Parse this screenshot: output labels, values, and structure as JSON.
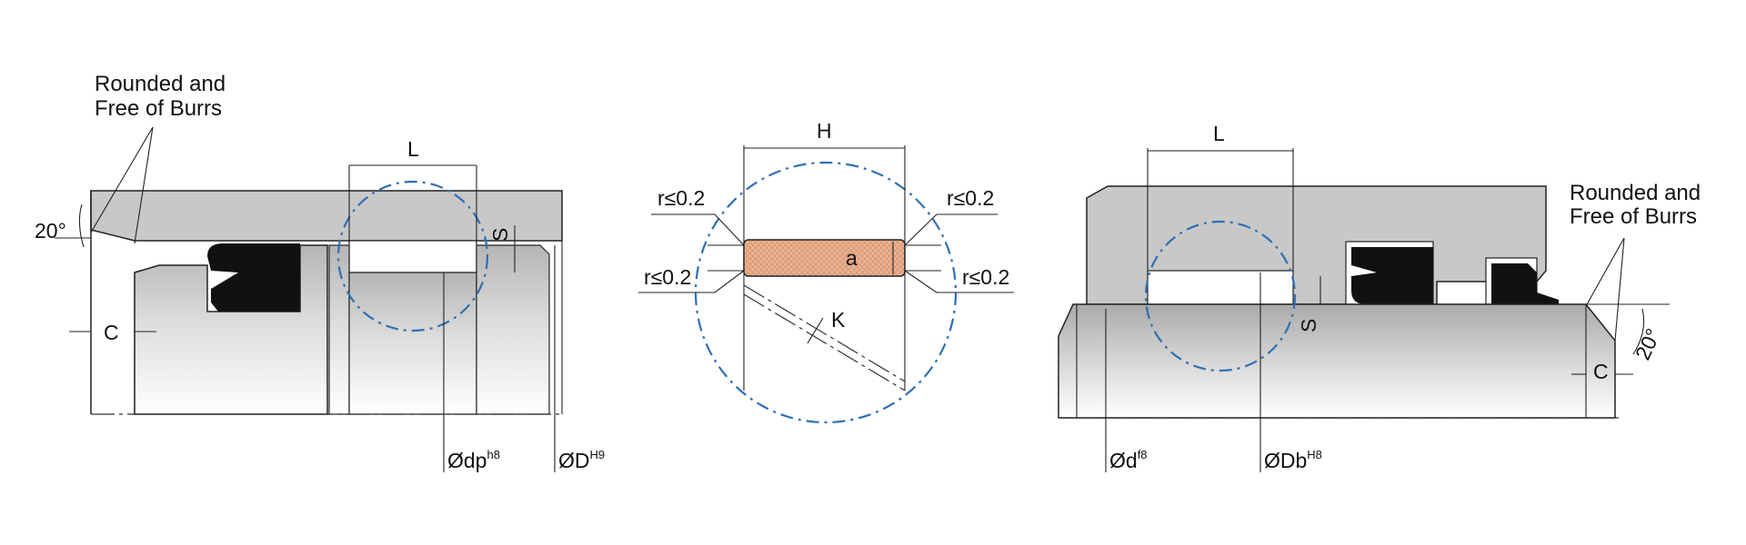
{
  "colors": {
    "housing_fill": "#c8c8c8",
    "seal_fill": "#111111",
    "ring_fill": "#e8b393",
    "ring_hatch": "#d88d66",
    "detail_circle": "#2f6fb3",
    "line": "#222222"
  },
  "left_view": {
    "note_line1": "Rounded and",
    "note_line2": "Free of Burrs",
    "angle": "20°",
    "chamfer": "C",
    "length": "L",
    "section": "S",
    "diameter_piston": "Ødp",
    "diameter_piston_tol": "h8",
    "diameter_bore": "ØD",
    "diameter_bore_tol": "H9"
  },
  "middle_view": {
    "width": "H",
    "radius_top_left": "r≤0.2",
    "radius_top_right": "r≤0.2",
    "radius_bottom_left": "r≤0.2",
    "radius_bottom_right": "r≤0.2",
    "ring_height": "a",
    "gap": "K"
  },
  "right_view": {
    "note_line1": "Rounded and",
    "note_line2": "Free of Burrs",
    "angle": "20°",
    "chamfer": "C",
    "length": "L",
    "section": "S",
    "diameter_rod": "Ød",
    "diameter_rod_tol": "f8",
    "diameter_bush": "ØDb",
    "diameter_bush_tol": "H8"
  }
}
